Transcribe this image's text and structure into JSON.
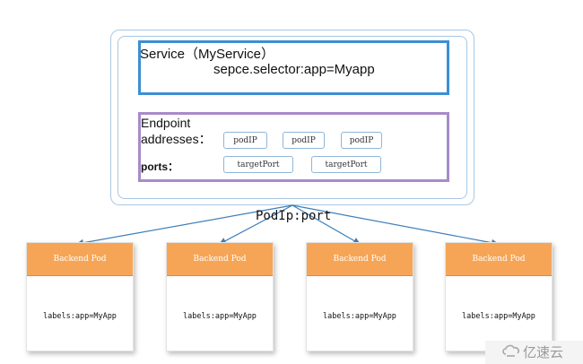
{
  "service": {
    "title": "Service（MyService）",
    "selector": "sepce.selector:app=Myapp"
  },
  "endpoint": {
    "title": "Endpoint",
    "addresses_label": "addresses：",
    "ports_label": "ports：",
    "addresses": [
      "podIP",
      "podIP",
      "podIP"
    ],
    "ports": [
      "targetPort",
      "targetPort"
    ]
  },
  "connector_label": "PodIp:port",
  "pods": [
    {
      "title": "Backend Pod",
      "label": "labels:app=MyApp"
    },
    {
      "title": "Backend Pod",
      "label": "labels:app=MyApp"
    },
    {
      "title": "Backend Pod",
      "label": "labels:app=MyApp"
    },
    {
      "title": "Backend Pod",
      "label": "labels:app=MyApp"
    }
  ],
  "watermark": {
    "text": "亿速云",
    "icon": "cloud-logo-icon"
  },
  "colors": {
    "service_border": "#3b8fd4",
    "endpoint_border": "#a88bc9",
    "frame_border": "#a9c7e3",
    "pod_header": "#f6a557",
    "arrow": "#3d7fb8"
  }
}
